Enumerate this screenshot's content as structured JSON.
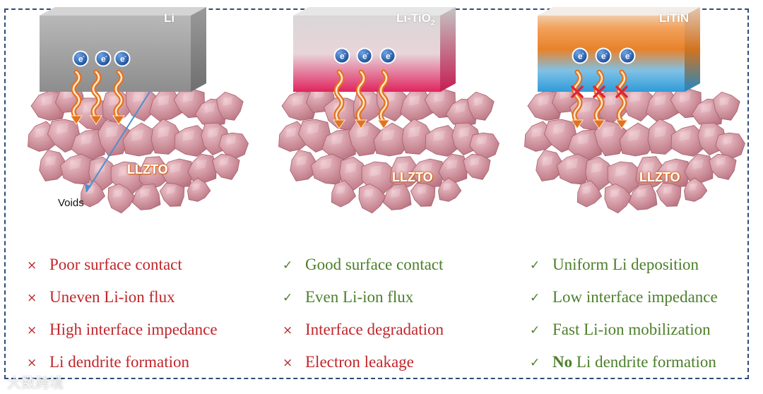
{
  "panels": [
    {
      "metal_label": "Li",
      "electrolyte_label": "LLZTO",
      "annotation": "Voids",
      "block_colors": [
        "#b9b9b9",
        "#8e8e8e"
      ],
      "electron_symbol": "e",
      "items": [
        {
          "mark": "×",
          "status": "bad",
          "text": "Poor surface contact"
        },
        {
          "mark": "×",
          "status": "bad",
          "text": "Uneven Li-ion flux"
        },
        {
          "mark": "×",
          "status": "bad",
          "text": "High interface impedance"
        },
        {
          "mark": "×",
          "status": "bad",
          "text": "Li dendrite formation"
        }
      ]
    },
    {
      "metal_label": "Li-TiO",
      "metal_label_sub": "2",
      "electrolyte_label": "LLZTO",
      "block_colors": [
        "#d9d9d9",
        "#e0245e"
      ],
      "electron_symbol": "e",
      "items": [
        {
          "mark": "✓",
          "status": "good",
          "text": "Good surface contact"
        },
        {
          "mark": "✓",
          "status": "good",
          "text": "Even Li-ion flux"
        },
        {
          "mark": "×",
          "status": "bad",
          "text": "Interface degradation"
        },
        {
          "mark": "×",
          "status": "bad",
          "text": "Electron leakage"
        }
      ]
    },
    {
      "metal_label": "LiTiN",
      "electrolyte_label": "LLZTO",
      "block_colors": [
        "#e8822a",
        "#3aa6dd"
      ],
      "electron_symbol": "e",
      "items": [
        {
          "mark": "✓",
          "status": "good",
          "text": "Uniform Li deposition"
        },
        {
          "mark": "✓",
          "status": "good",
          "text": "Low interface impedance"
        },
        {
          "mark": "✓",
          "status": "good",
          "text": "Fast Li-ion mobilization"
        },
        {
          "mark": "✓",
          "status": "good",
          "bold_prefix": "No",
          "text": " Li dendrite formation"
        }
      ]
    }
  ],
  "colors": {
    "frame": "#2f4c79",
    "bad_text": "#c0262b",
    "good_text": "#4c7f2a",
    "grain": "#d9919e",
    "arrow": "#e3721d",
    "electron": "#2a63b0"
  },
  "watermark": "大数跨境"
}
